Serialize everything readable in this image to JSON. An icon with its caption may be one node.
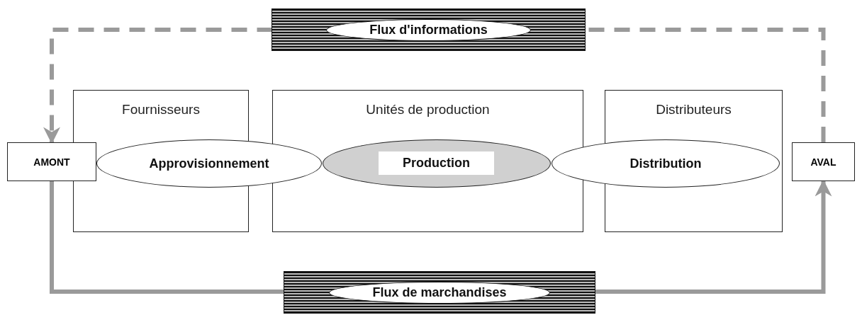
{
  "diagram": {
    "nodes": [
      {
        "text": [
          "Fournisseurs"
        ]
      },
      {
        "text": [
          "Unités de production"
        ]
      },
      {
        "text": [
          "Distributeurs"
        ]
      },
      {
        "text": [
          "AMONT"
        ]
      },
      {
        "text": [
          "Approvisionnement"
        ]
      },
      {
        "text": [
          "Production"
        ],
        "in": 1
      },
      {
        "text": [
          "Distribution"
        ]
      },
      {
        "text": [
          "AVAL"
        ]
      }
    ],
    "edges": [
      {
        "from": 7,
        "to": 3,
        "arrow": "to",
        "label": "Flux d'informations",
        "style": "dashed"
      },
      {
        "from": 3,
        "to": 7,
        "arrow": "to",
        "label": "Flux de marchandises"
      }
    ]
  }
}
